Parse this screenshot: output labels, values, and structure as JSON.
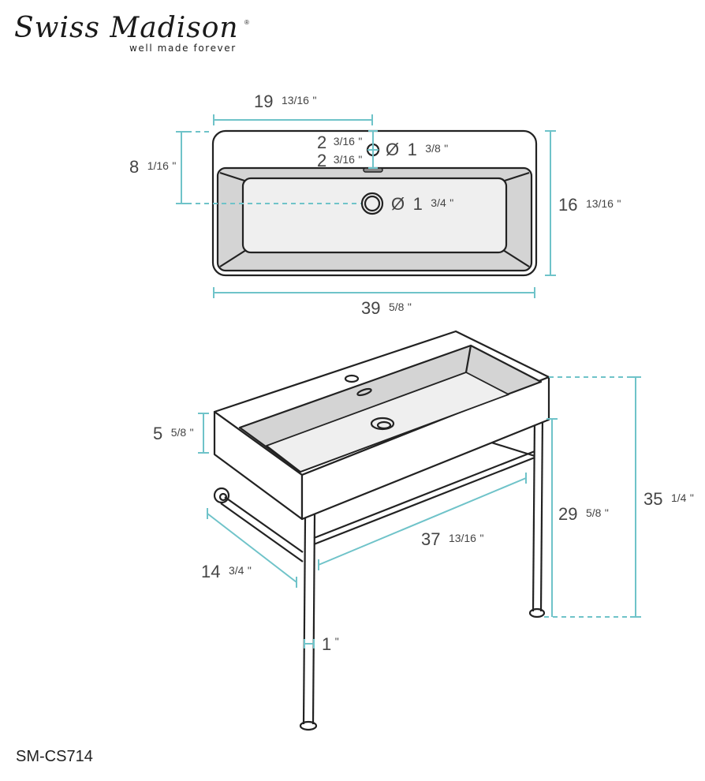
{
  "brand": {
    "name": "Swiss Madison",
    "tagline": "well made forever",
    "registered_mark": "®"
  },
  "model_number": "SM-CS714",
  "colors": {
    "dimension_line": "#6fc3c9",
    "outline": "#222222",
    "basin_fill": "#d4d4d4",
    "text": "#444444"
  },
  "top_view": {
    "dimensions": {
      "faucet_offset_width": {
        "whole": "19",
        "frac": "13/16",
        "unit": "\""
      },
      "drain_depth_offset": {
        "whole": "8",
        "frac": "1/16",
        "unit": "\""
      },
      "faucet_to_back": {
        "whole": "2",
        "frac": "3/16",
        "unit": "\""
      },
      "faucet_to_basin": {
        "whole": "2",
        "frac": "3/16",
        "unit": "\""
      },
      "faucet_hole_diameter": {
        "symbol": "Ø",
        "whole": "1",
        "frac": "3/8",
        "unit": "\""
      },
      "drain_diameter": {
        "symbol": "Ø",
        "whole": "1",
        "frac": "3/4",
        "unit": "\""
      },
      "overall_depth": {
        "whole": "16",
        "frac": "13/16",
        "unit": "\""
      },
      "overall_width": {
        "whole": "39",
        "frac": "5/8",
        "unit": "\""
      }
    }
  },
  "perspective_view": {
    "dimensions": {
      "basin_height": {
        "whole": "5",
        "frac": "5/8",
        "unit": "\""
      },
      "leg_height": {
        "whole": "29",
        "frac": "5/8",
        "unit": "\""
      },
      "overall_height": {
        "whole": "35",
        "frac": "1/4",
        "unit": "\""
      },
      "side_depth": {
        "whole": "14",
        "frac": "3/4",
        "unit": "\""
      },
      "inner_leg_width": {
        "whole": "37",
        "frac": "13/16",
        "unit": "\""
      },
      "leg_diameter": {
        "whole": "1",
        "frac": "",
        "unit": "\""
      }
    }
  }
}
